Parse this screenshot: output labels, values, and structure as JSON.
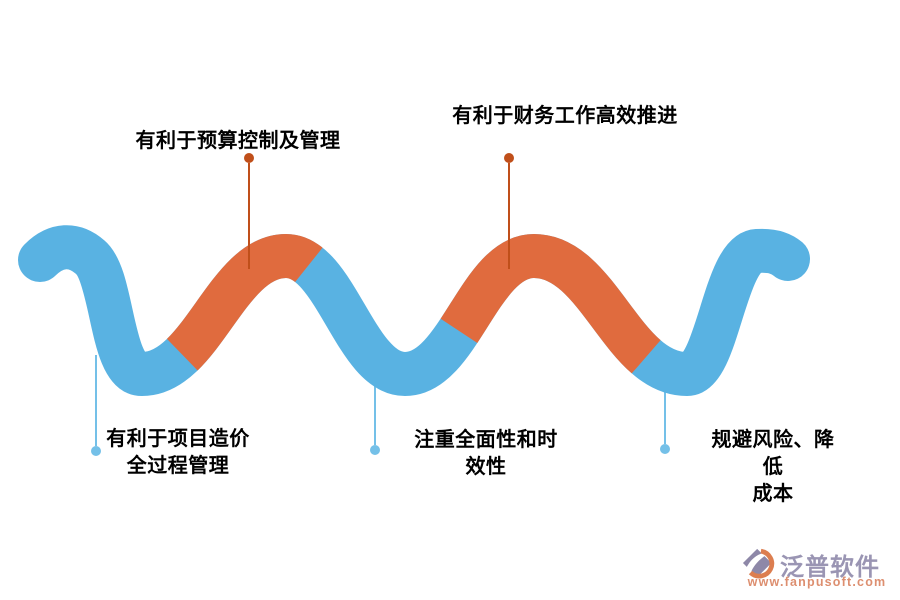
{
  "diagram": {
    "type": "wave-ribbon-infographic",
    "colors": {
      "wave_blue": "#59B2E2",
      "wave_orange": "#E06B3E",
      "leader_orange": "#C04F1A",
      "leader_blue": "#74C0E8",
      "label_text": "#000000"
    },
    "top_labels": [
      {
        "text": "有利于预算控制及管理"
      },
      {
        "text": "有利于财务工作高效推进"
      }
    ],
    "bottom_labels": [
      {
        "text": "有利于项目造价\n全过程管理"
      },
      {
        "text": "注重全面性和时\n效性"
      },
      {
        "text": "规避风险、降低\n成本"
      }
    ]
  },
  "watermark": {
    "brand": "泛普软件",
    "url": "www.fanpusoft.com",
    "brand_color": "#9A95B3",
    "url_color": "#DD8F70",
    "icon": "fanpu-logo-icon"
  }
}
